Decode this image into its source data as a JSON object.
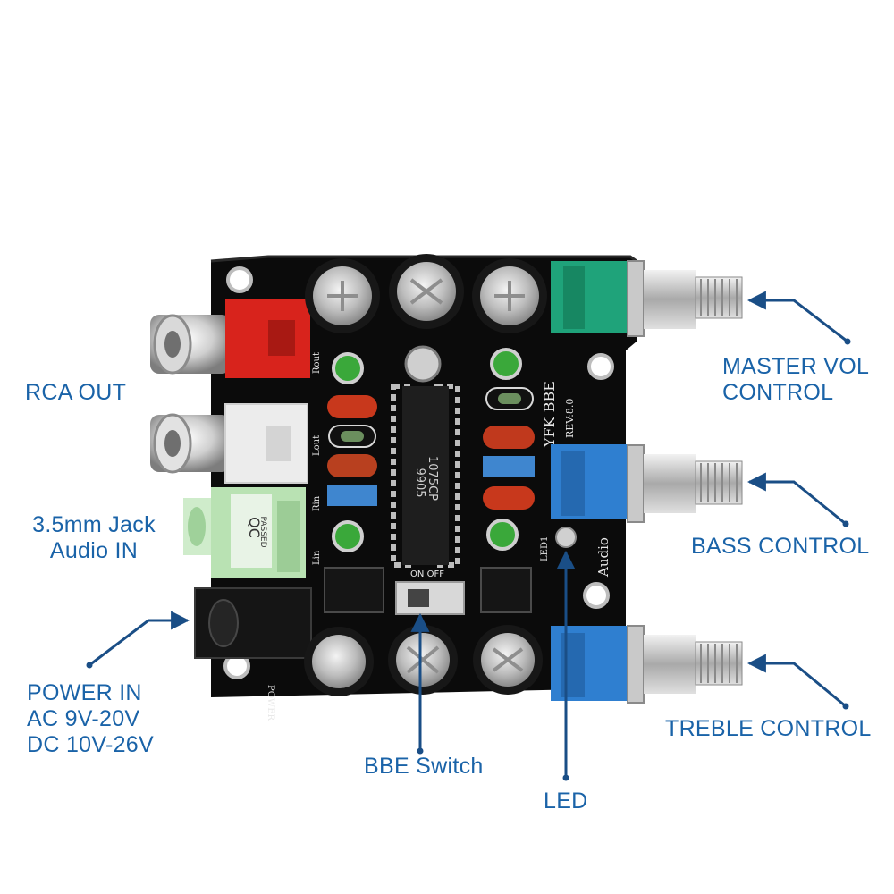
{
  "colors": {
    "label": "#1a63a8",
    "arrow": "#1a4e86",
    "pcb": "#0b0b0b",
    "silkscreen": "#e8e8e8",
    "rca_red": "#d8231c",
    "rca_white": "#ececec",
    "jack_green": "#b9e2b3",
    "pot_green": "#1fa37a",
    "pot_blue": "#2f7fd0",
    "cap_red": "#c8381c",
    "cap_blue": "#3f86cf"
  },
  "labels": {
    "master": [
      "MASTER VOL",
      "CONTROL"
    ],
    "bass": "BASS CONTROL",
    "treble": "TREBLE CONTROL",
    "rca": "RCA OUT",
    "jack": [
      "3.5mm Jack",
      "Audio IN"
    ],
    "power": [
      "POWER IN",
      "AC 9V-20V",
      "DC 10V-26V"
    ],
    "bbe": "BBE Switch",
    "led": "LED"
  },
  "silkscreen": {
    "brand": "YFK BBE",
    "rev": "REV:8.0",
    "rout": "Rout",
    "lout": "Lout",
    "rin": "Rin",
    "lin": "Lin",
    "audio": "Audio",
    "power": "POWER",
    "switch": "ON OFF",
    "led": "LED1",
    "chip_line1": "1075CP",
    "chip_line2": "9905",
    "qc": "QC",
    "qc_passed": "PASSED"
  }
}
